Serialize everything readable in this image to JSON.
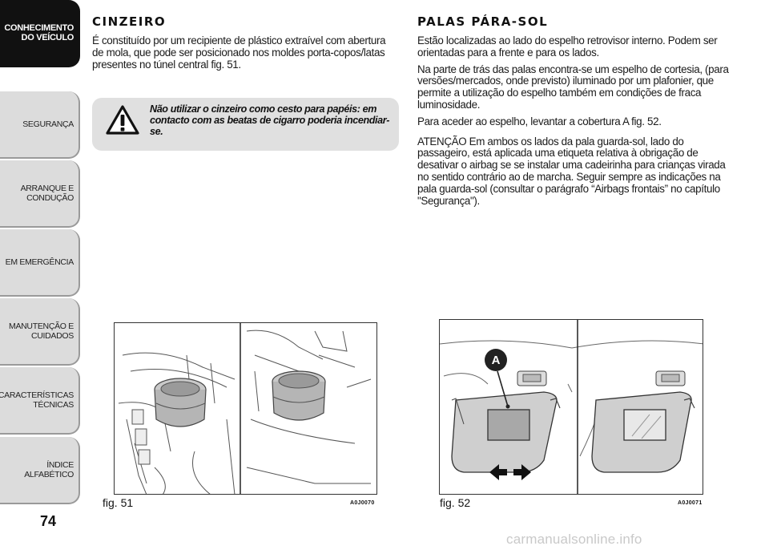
{
  "sidebar": {
    "tabs": [
      {
        "label": "CONHECIMENTO\nDO VEÍCULO",
        "active": true
      },
      {
        "label": "SEGURANÇA",
        "active": false
      },
      {
        "label": "ARRANQUE E\nCONDUÇÃO",
        "active": false
      },
      {
        "label": "EM EMERGÊNCIA",
        "active": false
      },
      {
        "label": "MANUTENÇÃO E\nCUIDADOS",
        "active": false
      },
      {
        "label": "CARACTERÍSTICAS\nTÉCNICAS",
        "active": false
      },
      {
        "label": "ÍNDICE ALFABÉTICO",
        "active": false
      }
    ],
    "page_number": "74"
  },
  "left": {
    "title": "CINZEIRO",
    "paragraph": "É constituído por um recipiente de plástico extraível com abertura de mola, que pode ser posicionado nos moldes porta-copos/latas presentes no túnel central fig. 51.",
    "warning": "Não utilizar o cinzeiro como cesto para papéis: em contacto com as beatas de cigarro poderia incendiar-se."
  },
  "right": {
    "title": "PALAS PÁRA-SOL",
    "paragraphs": [
      "Estão localizadas ao lado do espelho retrovisor interno. Podem ser orientadas para a frente e para os lados.",
      "Na parte de trás das palas encontra-se um espelho de cortesia, (para versões/mercados, onde previsto) iluminado por um plafonier, que permite a utilização do espelho também em condições de fraca luminosidade.",
      "Para aceder ao espelho, levantar a cobertura A fig. 52.",
      "ATENÇÃO Em ambos os lados da pala guarda-sol, lado do passageiro, está aplicada uma etiqueta relativa à obrigação de desativar o airbag se se instalar uma cadeirinha para crianças virada no sentido contrário ao de marcha. Seguir sempre as indicações na pala guarda-sol (consultar o parágrafo “Airbags frontais” no capítulo \"Segurança\")."
    ]
  },
  "figures": {
    "fig51": {
      "caption": "fig. 51",
      "code": "A0J0070"
    },
    "fig52": {
      "caption": "fig. 52",
      "code": "A0J0071",
      "callout": "A"
    }
  },
  "watermark": "carmanualsonline.info"
}
